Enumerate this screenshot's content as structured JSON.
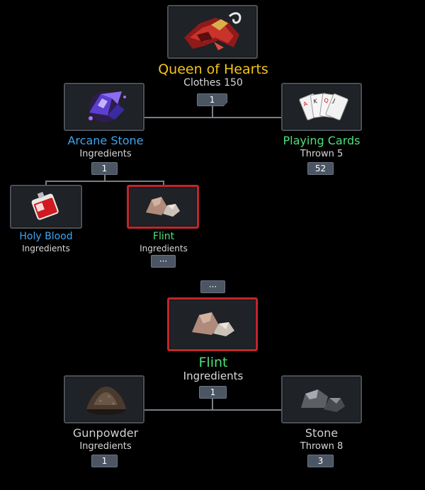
{
  "top_tree": {
    "root": {
      "name": "Queen of Hearts",
      "type": "Clothes 150",
      "count": "1",
      "name_color": "#f5c518",
      "icon": "queen-of-hearts-cape-icon"
    },
    "left_child": {
      "name": "Arcane Stone",
      "type": "Ingredients",
      "count": "1",
      "name_color": "#3ea6f0",
      "icon": "arcane-crystal-icon"
    },
    "right_child": {
      "name": "Playing Cards",
      "type": "Thrown 5",
      "count": "52",
      "name_color": "#4fe07a",
      "icon": "playing-cards-icon"
    },
    "grandchildren": [
      {
        "name": "Holy Blood",
        "type": "Ingredients",
        "name_color": "#3ea6f0",
        "icon": "holy-blood-pack-icon"
      },
      {
        "name": "Flint",
        "type": "Ingredients",
        "count": "···",
        "name_color": "#4fe07a",
        "icon": "flint-rock-icon",
        "selected": true
      }
    ]
  },
  "separator_badge": "···",
  "bottom_tree": {
    "root": {
      "name": "Flint",
      "type": "Ingredients",
      "count": "1",
      "name_color": "#4fe07a",
      "icon": "flint-rock-icon",
      "selected": true
    },
    "left_child": {
      "name": "Gunpowder",
      "type": "Ingredients",
      "count": "1",
      "name_color": "#cfcfcf",
      "icon": "gunpowder-pile-icon"
    },
    "right_child": {
      "name": "Stone",
      "type": "Thrown 8",
      "count": "3",
      "name_color": "#cfcfcf",
      "icon": "stone-icon"
    }
  }
}
